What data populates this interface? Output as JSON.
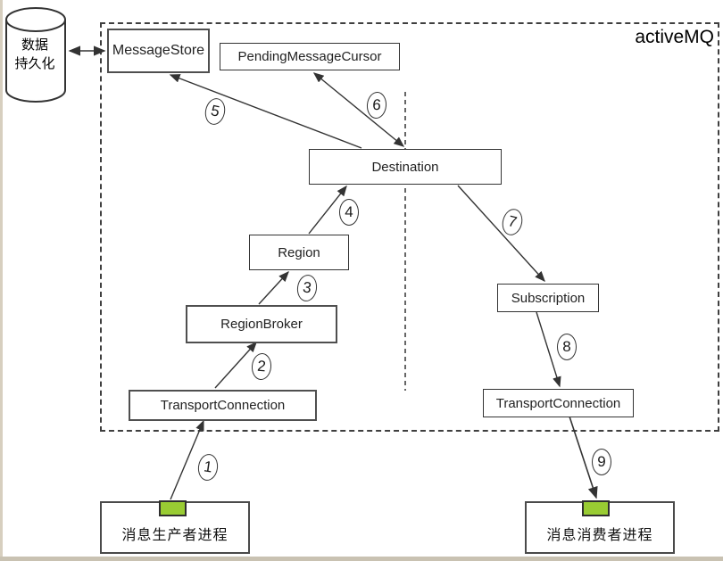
{
  "title": "activeMQ",
  "database": {
    "line1": "数据",
    "line2": "持久化"
  },
  "nodes": {
    "message_store": "MessageStore",
    "pending_message_cursor": "PendingMessageCursor",
    "destination": "Destination",
    "region": "Region",
    "region_broker": "RegionBroker",
    "transport_connection_producer": "TransportConnection",
    "subscription": "Subscription",
    "transport_connection_consumer": "TransportConnection",
    "producer_process": "消息生产者进程",
    "consumer_process": "消息消费者进程"
  },
  "steps": [
    "1",
    "2",
    "3",
    "4",
    "5",
    "6",
    "7",
    "8",
    "9"
  ],
  "colors": {
    "connector_green": "#99cc33",
    "line": "#333333",
    "dashed_border": "#3f3f3f"
  }
}
